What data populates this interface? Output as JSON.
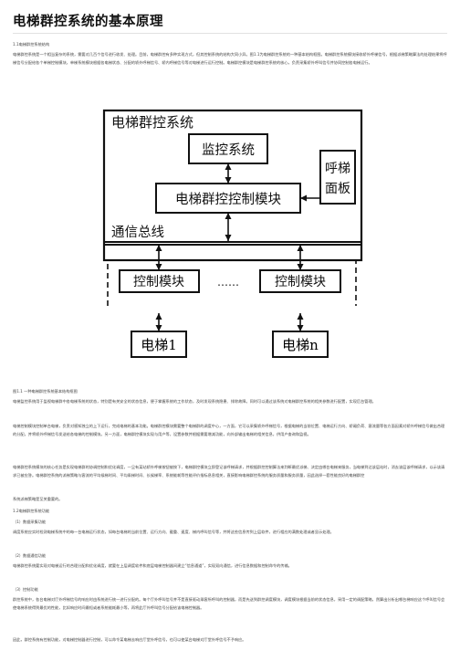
{
  "title": "电梯群控系统的基本原理",
  "sec1": "1.1电梯群控系统结构",
  "para1": "电梯群控系统是一个相当复杂的系统，需要对几百个信号进行收发、处理。目前，电梯群控有多种实现方式，但其控制系统的结构大同小异。图1.1为电梯群控系统的一种基本结构框图。电梯群控系统模块接收轿外呼梯信号，根据派梯策略算法的处理结果将呼梯信号分配给各个单梯控制模块，单梯系统模块根据各电梯状态、分配的轿外呼梯信号、轿内呼梯信号等对电梯进行运行控制。电梯群控模块是电梯群控系统的核心，负责采集轿外呼叫信号并协同控制各电梯运行。",
  "figure": {
    "outer_label": "电梯群控系统",
    "monitor": "监控系统",
    "group_ctrl": "电梯群控控制模块",
    "hall_panel": "呼梯面板",
    "bus": "通信总线",
    "ctrl_module": "控制模块",
    "elev1": "电梯1",
    "elevn": "电梯n",
    "dots": "……"
  },
  "caption": "图1.1 一种电梯群控系统基本结构框图",
  "para2": "电梯监控系统用于监视电梯群中各电梯系统的状态，特别是有关安全的状态信息，便于掌握系统的工作状态，及时发现系统隐患、排除故障。同时可以通过该系统对电梯群控系统的相关参数进行配置，实现后台管理。",
  "para3": "电梯控制模块控制单台电梯，负责对感知独立的上下运行，完成电梯的基本功能。电梯群控模块需要整个电梯群的调度中心，一方面，它可以采集轿外呼梯信号，根据电梯的当前位置、电梯运行方向、轿厢负荷、客流量等各方面因素对轿外呼梯信号做出合理的分配，并将轿外呼梯信号发送给各电梯的控制模块。另一方面，电梯群控模块实现与用户等，设置参数并根据需要增减功能，向外部输出电梯的相关信息，供用户查询和监视。",
  "para4": "电梯群控系统模块的核心任务是实现电梯群的协调控制和优化调度，一旦有某站轿外呼梯按钮被按下，电梯群控模块立即登记该呼梯请求，并根据群控控制算法来判断最优派梯、决定由哪台电梯来服务，当电梯到达该层站时，消去该层该呼梯请求，以示该请求已被应答。电梯群控系统的派梯策略与客流的平均候梯时间、平均乘梯时间、长候梯率、系统能耗等性能评价指标息息相关，直接影响电梯群控系统的服务质量和服务质量，因此选择一套性能良好的电梯群控",
  "para4b": "系统派梯策略是至关重要的。",
  "sec2": "1.2电梯群控系统功能",
  "item1": "（1）数据采集功能",
  "para5": "调度系统应实时检测电梯系统中的每一台电梯运行状态，如每台电梯的当前位置、运行方向、截重、速度、梯内呼叫信号等，并将这些信息传到上层软件，进行相应的满数处理或者显示处理。",
  "item2": "（2）数据通信功能",
  "para6": "电梯群控系统要实现对电梯运行的合理分配和优化调度，就要在上层调度软件和底层电梯控制器间建立“信息通道”，实现双向通信，进行信息数据和控制命令的传输。",
  "item3": "（3）控制功能",
  "para7": "群控系统中，各台电梯对厅外呼梯信号的响应时由系统进行统一进行分配的。每个厅外呼叫信号并不是直接驱动乘客所呼叫的控制器，而是先送到群控调度模块，调度模块根据当前的状态信息，采用一定的调配策略，然算出分析出哪台梯响应这个呼叫信号会使电梯系统得到最优的性能，比如响应时间最短或者系统能耗最小等，再将此厅外呼叫信号分配给该电梯控制器。",
  "para8": "因此，群控系统有控制功能，对电梯控制器进行控制，可以命令某电梯去响应厅堂外呼信号，也可以使某台电梯对厅堂外呼信号不予响应。"
}
